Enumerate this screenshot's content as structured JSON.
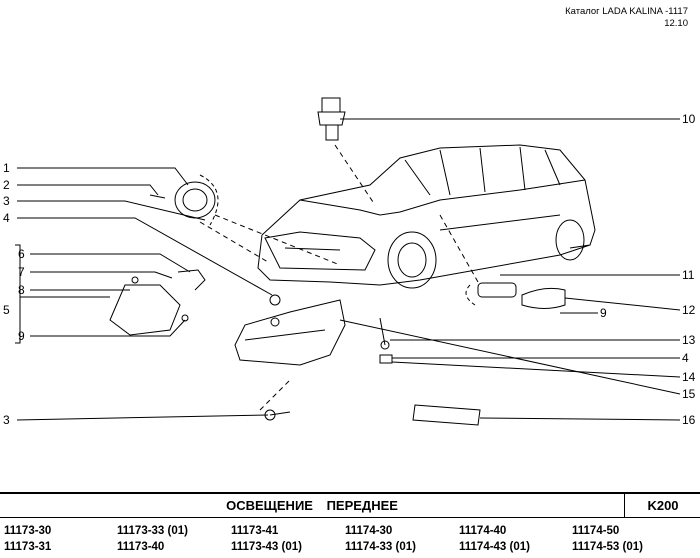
{
  "header": {
    "catalog": "Каталог LADA KALINA -1117",
    "page": "12.10"
  },
  "callouts_left": [
    "1",
    "2",
    "3",
    "4",
    "6",
    "7",
    "8",
    "5",
    "9",
    "3"
  ],
  "callouts_right": [
    "10",
    "11",
    "12",
    "9",
    "13",
    "4",
    "14",
    "15",
    "16"
  ],
  "footer": {
    "title": "ОСВЕЩЕНИЕ   ПЕРЕДНЕЕ",
    "code": "K200",
    "part_numbers": [
      [
        "11173-30",
        "11173-31"
      ],
      [
        "11173-33 (01)",
        "11173-40"
      ],
      [
        "11173-41",
        "11173-43 (01)"
      ],
      [
        "11174-30",
        "11174-33 (01)"
      ],
      [
        "11174-40",
        "11174-43 (01)"
      ],
      [
        "11174-50",
        "11174-53 (01)"
      ]
    ]
  }
}
